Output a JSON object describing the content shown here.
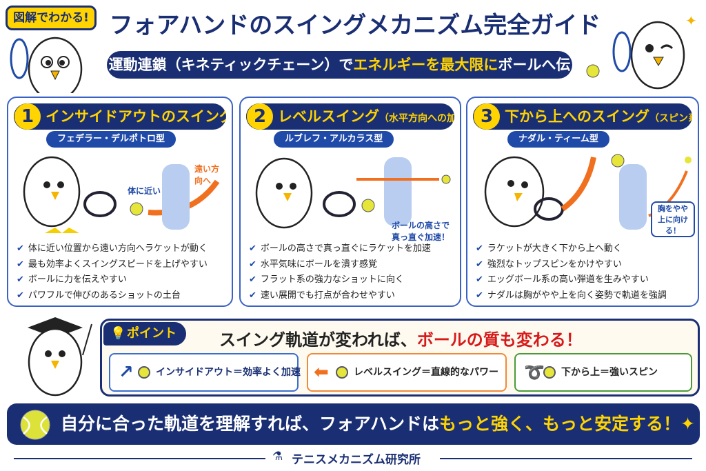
{
  "header": {
    "badge": "図解でわかる!",
    "title": "フォアハンドのスイングメカニズム完全ガイド",
    "subtitle_a": "運動連鎖（キネティックチェーン）で",
    "subtitle_b": "エネルギーを最大限に",
    "subtitle_c": "ボールへ伝える"
  },
  "cards": [
    {
      "num": "1",
      "title": "インサイドアウトのスイング軌道",
      "title_small": "",
      "type": "フェデラー・デルポトロ型",
      "notes": [
        "体に近い",
        "遠い方向へ"
      ],
      "items": [
        "体に近い位置から遠い方向へラケットが動く",
        "最も効率よくスイングスピードを上げやすい",
        "ボールに力を伝えやすい",
        "パワフルで伸びのあるショットの土台"
      ]
    },
    {
      "num": "2",
      "title": "レベルスイング",
      "title_small": "（水平方向への加速）",
      "type": "ルブレフ・アルカラス型",
      "notes": [
        "ボールの高さで",
        "真っ直ぐ加速！"
      ],
      "items": [
        "ボールの高さで真っ直ぐにラケットを加速",
        "水平気味にボールを潰す感覚",
        "フラット系の強力なショットに向く",
        "速い展開でも打点が合わせやすい"
      ]
    },
    {
      "num": "3",
      "title": "下から上へのスイング",
      "title_small": "（スピン系）",
      "type": "ナダル・ティーム型",
      "notes": [
        "胸をやや",
        "上に向ける！"
      ],
      "items": [
        "ラケットが大きく下から上へ動く",
        "強烈なトップスピンをかけやすい",
        "エッグボール系の高い弾道を生みやすい",
        "ナダルは胸がやや上を向く姿勢で軌道を強調"
      ]
    }
  ],
  "point": {
    "tag": "ポイント",
    "head_a": "スイング軌道が変われば、",
    "head_b": "ボールの質も変わる！",
    "boxes": [
      {
        "label": "インサイドアウト＝効率よく加速",
        "color": "#3a6fd0"
      },
      {
        "label": "レベルスイング＝直線的なパワー",
        "color": "#f08a3a"
      },
      {
        "label": "下から上＝強いスピン",
        "color": "#4a9a3a"
      }
    ]
  },
  "banner": {
    "a": "自分に合った軌道を理解すれば、フォアハンドは",
    "b": "もっと強く、もっと安定する！"
  },
  "footer": {
    "text": "テニスメカニズム研究所"
  },
  "colors": {
    "navy": "#1a2f73",
    "yellow": "#ffd400",
    "orange": "#f07020",
    "red": "#d61a1a"
  }
}
